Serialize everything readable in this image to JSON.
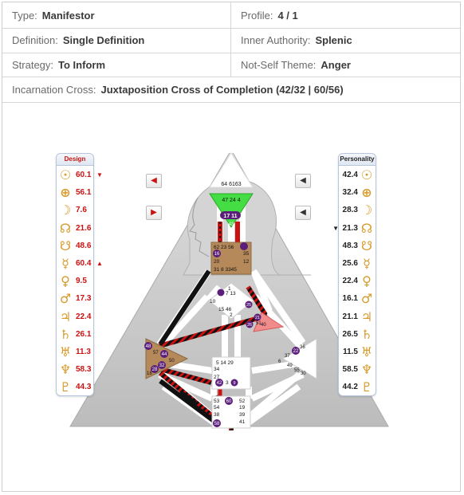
{
  "info": {
    "type_label": "Type:",
    "type_value": "Manifestor",
    "profile_label": "Profile:",
    "profile_value": "4 / 1",
    "definition_label": "Definition:",
    "definition_value": "Single Definition",
    "authority_label": "Inner Authority:",
    "authority_value": "Splenic",
    "strategy_label": "Strategy:",
    "strategy_value": "To Inform",
    "notself_label": "Not-Self Theme:",
    "notself_value": "Anger",
    "cross_label": "Incarnation Cross:",
    "cross_value": "Juxtaposition Cross of Completion (42/32 | 60/56)"
  },
  "design": {
    "title": "Design",
    "color": "#cc1111",
    "rows": [
      {
        "value": "60.1",
        "marker": "▼",
        "icon": "sun-icon",
        "glyph": "☉"
      },
      {
        "value": "56.1",
        "marker": "",
        "icon": "earth-icon",
        "glyph": "⊕"
      },
      {
        "value": "7.6",
        "marker": "",
        "icon": "moon-icon",
        "glyph": "☽"
      },
      {
        "value": "21.6",
        "marker": "",
        "icon": "north-node-icon",
        "glyph": "☊"
      },
      {
        "value": "48.6",
        "marker": "",
        "icon": "south-node-icon",
        "glyph": "☋"
      },
      {
        "value": "60.4",
        "marker": "▲",
        "icon": "mercury-icon",
        "glyph": "☿"
      },
      {
        "value": "9.5",
        "marker": "",
        "icon": "venus-icon",
        "glyph": "♀"
      },
      {
        "value": "17.3",
        "marker": "",
        "icon": "mars-icon",
        "glyph": "♂"
      },
      {
        "value": "22.4",
        "marker": "",
        "icon": "jupiter-icon",
        "glyph": "♃"
      },
      {
        "value": "26.1",
        "marker": "",
        "icon": "saturn-icon",
        "glyph": "♄"
      },
      {
        "value": "11.3",
        "marker": "",
        "icon": "uranus-icon",
        "glyph": "♅"
      },
      {
        "value": "58.3",
        "marker": "",
        "icon": "neptune-icon",
        "glyph": "♆"
      },
      {
        "value": "44.3",
        "marker": "",
        "icon": "pluto-icon",
        "glyph": "♇"
      }
    ]
  },
  "personality": {
    "title": "Personality",
    "color": "#222222",
    "rows": [
      {
        "value": "42.4",
        "marker": "",
        "icon": "sun-icon",
        "glyph": "☉"
      },
      {
        "value": "32.4",
        "marker": "",
        "icon": "earth-icon",
        "glyph": "⊕"
      },
      {
        "value": "28.3",
        "marker": "",
        "icon": "moon-icon",
        "glyph": "☽"
      },
      {
        "value": "21.3",
        "marker": "▼",
        "icon": "north-node-icon",
        "glyph": "☊"
      },
      {
        "value": "48.3",
        "marker": "",
        "icon": "south-node-icon",
        "glyph": "☋"
      },
      {
        "value": "25.6",
        "marker": "",
        "icon": "mercury-icon",
        "glyph": "☿"
      },
      {
        "value": "22.4",
        "marker": "",
        "icon": "venus-icon",
        "glyph": "♀"
      },
      {
        "value": "16.1",
        "marker": "",
        "icon": "mars-icon",
        "glyph": "♂"
      },
      {
        "value": "21.1",
        "marker": "",
        "icon": "jupiter-icon",
        "glyph": "♃"
      },
      {
        "value": "26.5",
        "marker": "",
        "icon": "saturn-icon",
        "glyph": "♄"
      },
      {
        "value": "11.5",
        "marker": "",
        "icon": "uranus-icon",
        "glyph": "♅"
      },
      {
        "value": "58.5",
        "marker": "",
        "icon": "neptune-icon",
        "glyph": "♆"
      },
      {
        "value": "44.2",
        "marker": "",
        "icon": "pluto-icon",
        "glyph": "♇"
      }
    ]
  },
  "gates": {
    "head": "64 6163",
    "ajna": "47 24 4",
    "ajna_b": "17 11",
    "ajna_c": "43",
    "throat_a": "62 23 56",
    "throat_b": "16",
    "throat_c": "35",
    "throat_d": "20",
    "throat_e": "12",
    "throat_f": "31 8 3345",
    "g_a": "1",
    "g_b": "7 13",
    "g_c": "10",
    "g_d": "25",
    "g_e": "15 46",
    "g_f": "2",
    "heart_a": "21",
    "heart_b": "51",
    "heart_c": "26",
    "heart_d": "40",
    "spleen_a": "48",
    "spleen_b": "57",
    "spleen_c": "44",
    "spleen_d": "50",
    "spleen_e": "32",
    "spleen_f": "28",
    "spleen_g": "18",
    "sacral_a": "5 14 29",
    "sacral_b": "34",
    "sacral_c": "27",
    "sacral_d": "42",
    "sacral_e": "3",
    "sacral_f": "9",
    "solar_a": "36",
    "solar_b": "22",
    "solar_c": "37",
    "solar_d": "6",
    "solar_e": "49",
    "solar_f": "55",
    "solar_g": "30",
    "root_a": "53",
    "root_b": "60",
    "root_c": "52",
    "root_d": "54",
    "root_e": "19",
    "root_f": "38",
    "root_g": "39",
    "root_h": "58",
    "root_i": "41"
  },
  "colors": {
    "design": "#cc1111",
    "personality": "#111111",
    "defined_center": "#b5895a",
    "ajna": "#44dd44",
    "heart": "#f08c8c",
    "body": "#c7c7c7",
    "activation_badge": "#5a1f7a"
  }
}
